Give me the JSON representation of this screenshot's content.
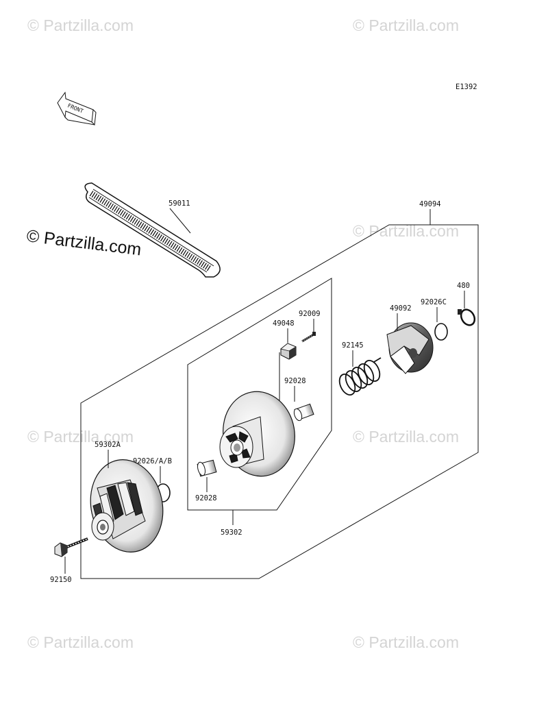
{
  "diagram_code": "E1392",
  "front_label": "FRONT",
  "watermarks": {
    "faded": "© Partzilla.com",
    "strong": "© Partzilla.com"
  },
  "parts": {
    "p59011": "59011",
    "p49094": "49094",
    "p480": "480",
    "p92026c": "92026C",
    "p49092": "49092",
    "p92009": "92009",
    "p49048": "49048",
    "p92145": "92145",
    "p92028_top": "92028",
    "p59302a": "59302A",
    "p92026ab": "92026/A/B",
    "p92028_bottom": "92028",
    "p59302": "59302",
    "p92150": "92150"
  },
  "colors": {
    "line": "#111111",
    "watermark": "#d4d4d4",
    "background": "#ffffff"
  }
}
